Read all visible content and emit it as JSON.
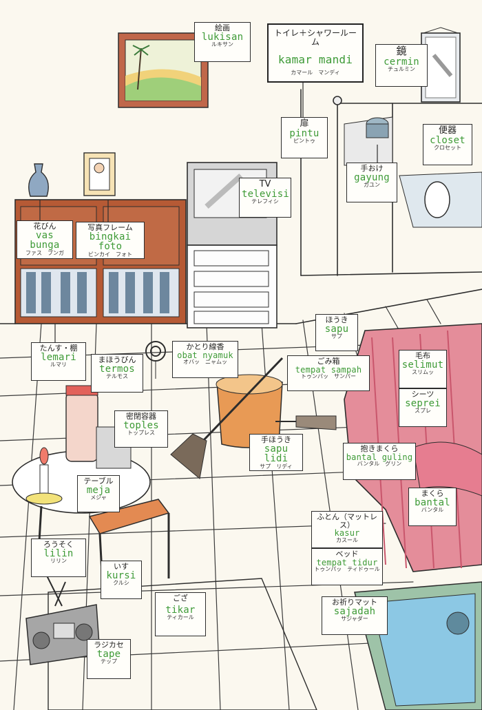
{
  "labels": [
    {
      "key": "painting",
      "ja": "絵画",
      "id": "lukisan",
      "kana": "ルキサン"
    },
    {
      "key": "bathroom",
      "ja": "トイレ＋シャワールーム",
      "id": "kamar mandi",
      "kana": "カマール　マンディ"
    },
    {
      "key": "mirror",
      "ja": "鏡",
      "id": "cermin",
      "kana": "チュルミン"
    },
    {
      "key": "door",
      "ja": "扉",
      "id": "pintu",
      "kana": "ピントゥ"
    },
    {
      "key": "dipper",
      "ja": "手おけ",
      "id": "gayung",
      "kana": "ガユン"
    },
    {
      "key": "toilet",
      "ja": "便器",
      "id": "closet",
      "kana": "クロセット"
    },
    {
      "key": "tv",
      "ja": "TV",
      "id": "televisi",
      "kana": "テレフィシ"
    },
    {
      "key": "vase",
      "ja": "花びん",
      "id": "vas bunga",
      "kana": "ファス　ブンガ"
    },
    {
      "key": "photo-frame",
      "ja": "写真フレーム",
      "id": "bingkai foto",
      "kana": "ビンカイ　フォト"
    },
    {
      "key": "broom",
      "ja": "ほうき",
      "id": "sapu",
      "kana": "サプ"
    },
    {
      "key": "cupboard",
      "ja": "たんす・棚",
      "id": "lemari",
      "kana": "ルマリ"
    },
    {
      "key": "thermos",
      "ja": "まほうびん",
      "id": "termos",
      "kana": "テルモス"
    },
    {
      "key": "mosquito-coil",
      "ja": "かとり線香",
      "id": "obat nyamuk",
      "kana": "オバッ　ニャムッ"
    },
    {
      "key": "trash-can",
      "ja": "ごみ箱",
      "id": "tempat sampah",
      "kana": "トゥンパッ　サンパー"
    },
    {
      "key": "blanket",
      "ja": "毛布",
      "id": "selimut",
      "kana": "スリムッ"
    },
    {
      "key": "sheet",
      "ja": "シーツ",
      "id": "seprei",
      "kana": "スプレ"
    },
    {
      "key": "jar",
      "ja": "密閉容器",
      "id": "toples",
      "kana": "トップレス"
    },
    {
      "key": "hand-broom",
      "ja": "手ほうき",
      "id": "sapu lidi",
      "kana": "サプ　リディ"
    },
    {
      "key": "bolster",
      "ja": "抱きまくら",
      "id": "bantal guling",
      "kana": "バンタル　グリン"
    },
    {
      "key": "table",
      "ja": "テーブル",
      "id": "meja",
      "kana": "メジャ"
    },
    {
      "key": "pillow",
      "ja": "まくら",
      "id": "bantal",
      "kana": "バンタル"
    },
    {
      "key": "mattress",
      "ja": "ふとん（マットレス）",
      "id": "kasur",
      "kana": "カスール"
    },
    {
      "key": "bed",
      "ja": "ベッド",
      "id": "tempat tidur",
      "kana": "トゥンパッ　ティドゥール"
    },
    {
      "key": "candle",
      "ja": "ろうそく",
      "id": "lilin",
      "kana": "リリン"
    },
    {
      "key": "chair",
      "ja": "いす",
      "id": "kursi",
      "kana": "クルシ"
    },
    {
      "key": "mat",
      "ja": "ござ",
      "id": "tikar",
      "kana": "ティカール"
    },
    {
      "key": "prayer-mat",
      "ja": "お祈りマット",
      "id": "sajadah",
      "kana": "サジャダー"
    },
    {
      "key": "radio",
      "ja": "ラジカセ",
      "id": "tape",
      "kana": "テップ"
    }
  ],
  "colors": {
    "label_text_id": "#3d9a36",
    "outline": "#2c2c2c",
    "wood": "#b65a35",
    "bed": "#e48d9a",
    "tile": "#ffffff",
    "paper": "#fbf8ef"
  }
}
